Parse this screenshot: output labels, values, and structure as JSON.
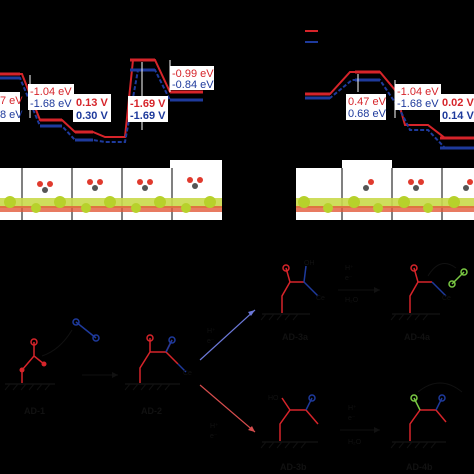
{
  "energy_labels": {
    "left_red_partial": "7 eV",
    "left_blue_partial": "8 eV",
    "left_red_energy": "-1.04 eV",
    "left_blue_energy": "-1.68 eV",
    "left_red_potential1": "0.13 V",
    "left_blue_potential1": "0.30 V",
    "left_red_potential2": "-1.69 V",
    "left_blue_potential2": "-1.69 V",
    "left_red_energy2": "-0.99 eV",
    "left_blue_energy2": "-0.84 eV",
    "right_red_start": "0.47 eV",
    "right_blue_start": "0.68 eV",
    "right_red_energy": "-1.04 eV",
    "right_blue_energy": "-1.68 eV",
    "right_red_potential": "0.02 V",
    "right_blue_potential": "0.14 V"
  },
  "mechanism": {
    "ad1": "AD-1",
    "ad2": "AD-2",
    "ad3a": "AD-3a",
    "ad3b": "AD-3b",
    "ad4a": "AD-4a",
    "ad4b": "AD-4b",
    "step1": "H⁺",
    "step2": "e⁻",
    "step_water": "H₂O",
    "atom_oh": "OH",
    "atom_ho": "HO",
    "atom_ce": "Ce"
  },
  "colors": {
    "red": "#d6242a",
    "blue": "#1e3a9c",
    "green": "#7ac943"
  }
}
